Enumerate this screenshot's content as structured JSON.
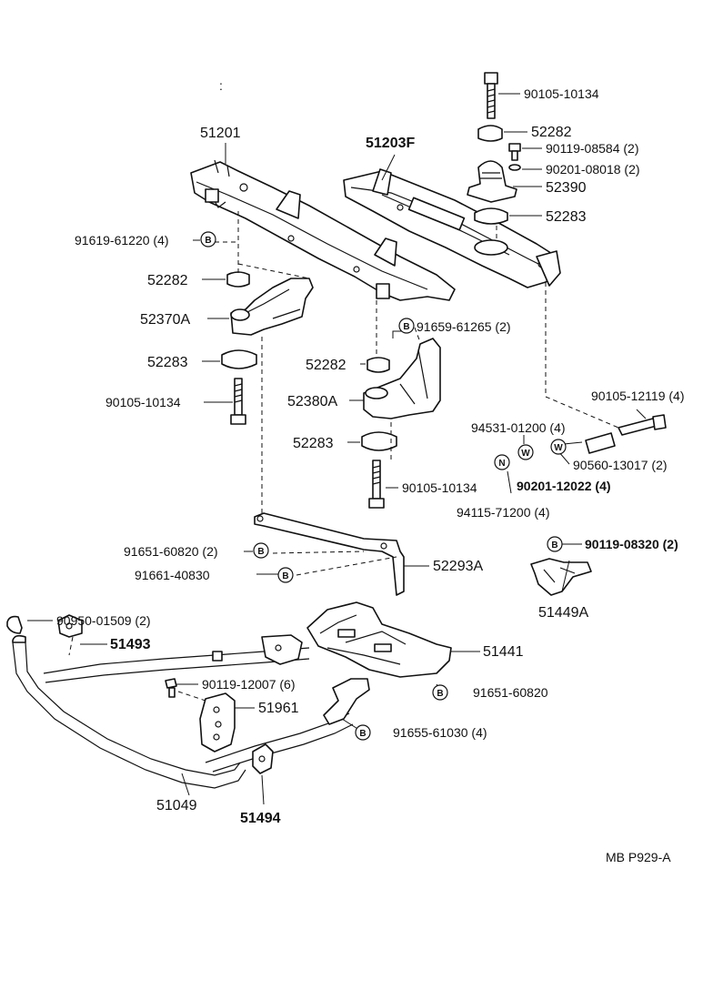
{
  "labels": {
    "p51201": "51201",
    "p51203f": "51203F",
    "p90105_10134_top": "90105-10134",
    "p52282_top": "52282",
    "p90119_08584": "90119-08584 (2)",
    "p90201_08018": "90201-08018 (2)",
    "p52390": "52390",
    "p52283_top": "52283",
    "p91619_61220": "91619-61220 (4)",
    "p52282_left": "52282",
    "p52370a": "52370A",
    "p52283_left": "52283",
    "p90105_10134_left": "90105-10134",
    "p91659_61265": "91659-61265 (2)",
    "p52282_mid": "52282",
    "p52380a": "52380A",
    "p52283_mid": "52283",
    "p90105_10134_mid": "90105-10134",
    "p90105_12119": "90105-12119 (4)",
    "p94531_01200": "94531-01200 (4)",
    "p90560_13017": "90560-13017 (2)",
    "p90201_12022": "90201-12022 (4)",
    "p94115_71200": "94115-71200 (4)",
    "p91651_60820_a": "91651-60820 (2)",
    "p91661_40830": "91661-40830",
    "p52293a": "52293A",
    "p90119_08320": "90119-08320 (2)",
    "p51449a": "51449A",
    "p90950_01509": "90950-01509 (2)",
    "p51493": "51493",
    "p51441": "51441",
    "p90119_12007": "90119-12007 (6)",
    "p51961": "51961",
    "p91651_60820_b": "91651-60820",
    "p91655_61030": "91655-61030 (4)",
    "p51049": "51049",
    "p51494": "51494",
    "footer_code": "MB  P929-A",
    "stray_mark": ":"
  },
  "markers": {
    "b": "B",
    "n": "N",
    "w": "W"
  }
}
